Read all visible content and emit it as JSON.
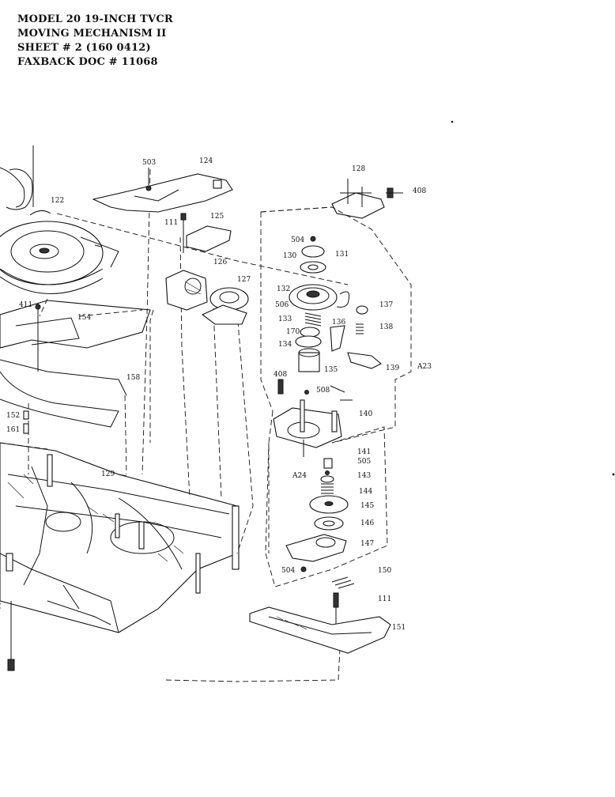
{
  "header": {
    "line1": "MODEL 20 19-INCH TVCR",
    "line2": "MOVING MECHANISM II",
    "line3": "SHEET # 2  (160 0412)",
    "line4": "FAXBACK DOC # 11068"
  },
  "callouts": {
    "c503a": "503",
    "c124": "124",
    "c128": "128",
    "c408a": "408",
    "c122": "122",
    "c111a": "111",
    "c125": "125",
    "c504a": "504",
    "c130": "130",
    "c131": "131",
    "c126": "126",
    "c127": "127",
    "c132": "132",
    "c506": "506",
    "c137": "137",
    "c411": "411",
    "c154": "154",
    "c133": "133",
    "c170": "170",
    "c136": "136",
    "c138": "138",
    "c134": "134",
    "c135": "135",
    "c139": "139",
    "cA23": "A23",
    "c408b": "408",
    "c158": "158",
    "c508": "508",
    "c152": "152",
    "c161": "161",
    "c140": "140",
    "c141": "141",
    "c505": "505",
    "cA24": "A24",
    "c143": "143",
    "c129": "129",
    "c144": "144",
    "c145": "145",
    "c146": "146",
    "c147": "147",
    "c504b": "504",
    "c150": "150",
    "c111b": "111",
    "c151": "151"
  }
}
